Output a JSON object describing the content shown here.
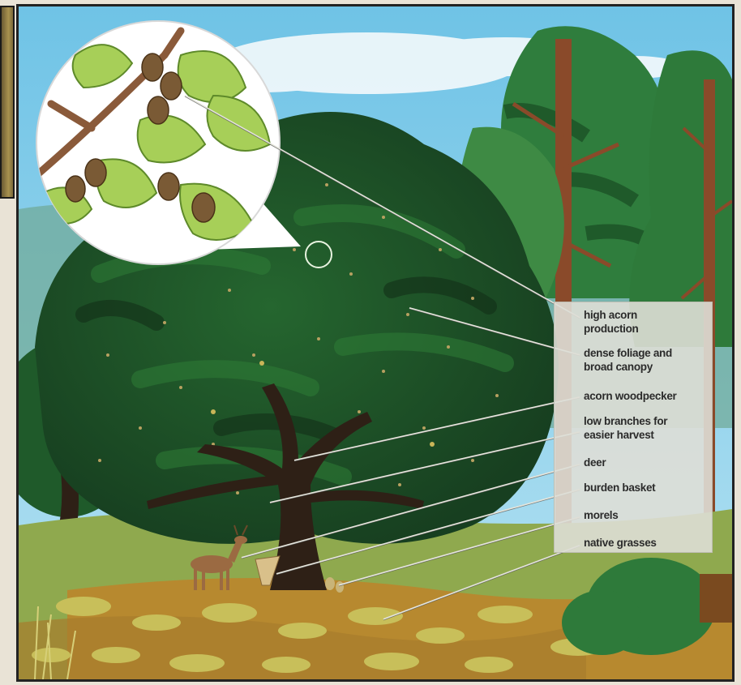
{
  "labels": [
    {
      "id": "high-acorn-production",
      "text": "high acorn\nproduction"
    },
    {
      "id": "dense-foliage",
      "text": "dense foliage and\nbroad canopy"
    },
    {
      "id": "acorn-woodpecker",
      "text": "acorn woodpecker"
    },
    {
      "id": "low-branches",
      "text": "low branches for\neasier harvest"
    },
    {
      "id": "deer",
      "text": "deer"
    },
    {
      "id": "burden-basket",
      "text": "burden basket"
    },
    {
      "id": "morels",
      "text": "morels"
    },
    {
      "id": "native-grasses",
      "text": "native grasses"
    }
  ],
  "colors": {
    "sky": "#8fd0ea",
    "canopy_dark": "#1f5a2a",
    "canopy_mid": "#2d7a35",
    "leaf_light": "#a7cf58",
    "trunk": "#3a2a1a",
    "pine_bark": "#8a4a2a",
    "ground": "#b7892f",
    "grass": "#b7b04a",
    "acorn": "#7a5a35"
  }
}
